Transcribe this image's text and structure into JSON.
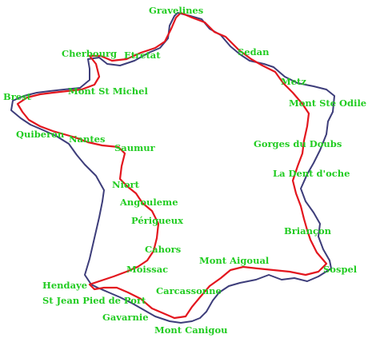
{
  "colors": {
    "border": "#3d3d7a",
    "route": "#e3161e",
    "label": "#22cc22",
    "background": "#ffffff"
  },
  "places": [
    {
      "id": "gravelines",
      "label": "Gravelines"
    },
    {
      "id": "cherbourg",
      "label": "Cherbourg"
    },
    {
      "id": "etretat",
      "label": "Etretat"
    },
    {
      "id": "sedan",
      "label": "Sedan"
    },
    {
      "id": "metz",
      "label": "Metz"
    },
    {
      "id": "brest",
      "label": "Brest"
    },
    {
      "id": "mont-st-michel",
      "label": "Mont St Michel"
    },
    {
      "id": "mont-ste-odile",
      "label": "Mont Ste Odile"
    },
    {
      "id": "quiberon",
      "label": "Quiberon"
    },
    {
      "id": "nantes",
      "label": "Nantes"
    },
    {
      "id": "saumur",
      "label": "Saumur"
    },
    {
      "id": "gorges-du-doubs",
      "label": "Gorges du Doubs"
    },
    {
      "id": "la-dent-doche",
      "label": "La Dent d'oche"
    },
    {
      "id": "niort",
      "label": "Niort"
    },
    {
      "id": "angouleme",
      "label": "Angouleme"
    },
    {
      "id": "perigueux",
      "label": "Périgueux"
    },
    {
      "id": "briancon",
      "label": "Briançon"
    },
    {
      "id": "cahors",
      "label": "Cahors"
    },
    {
      "id": "mont-aigoual",
      "label": "Mont Aigoual"
    },
    {
      "id": "moissac",
      "label": "Moissac"
    },
    {
      "id": "sospel",
      "label": "Sospel"
    },
    {
      "id": "hendaye",
      "label": "Hendaye"
    },
    {
      "id": "carcassonne",
      "label": "Carcassonne"
    },
    {
      "id": "st-jean-pied-de-port",
      "label": "St Jean Pied de Port"
    },
    {
      "id": "gavarnie",
      "label": "Gavarnie"
    },
    {
      "id": "mont-canigou",
      "label": "Mont Canigou"
    }
  ]
}
